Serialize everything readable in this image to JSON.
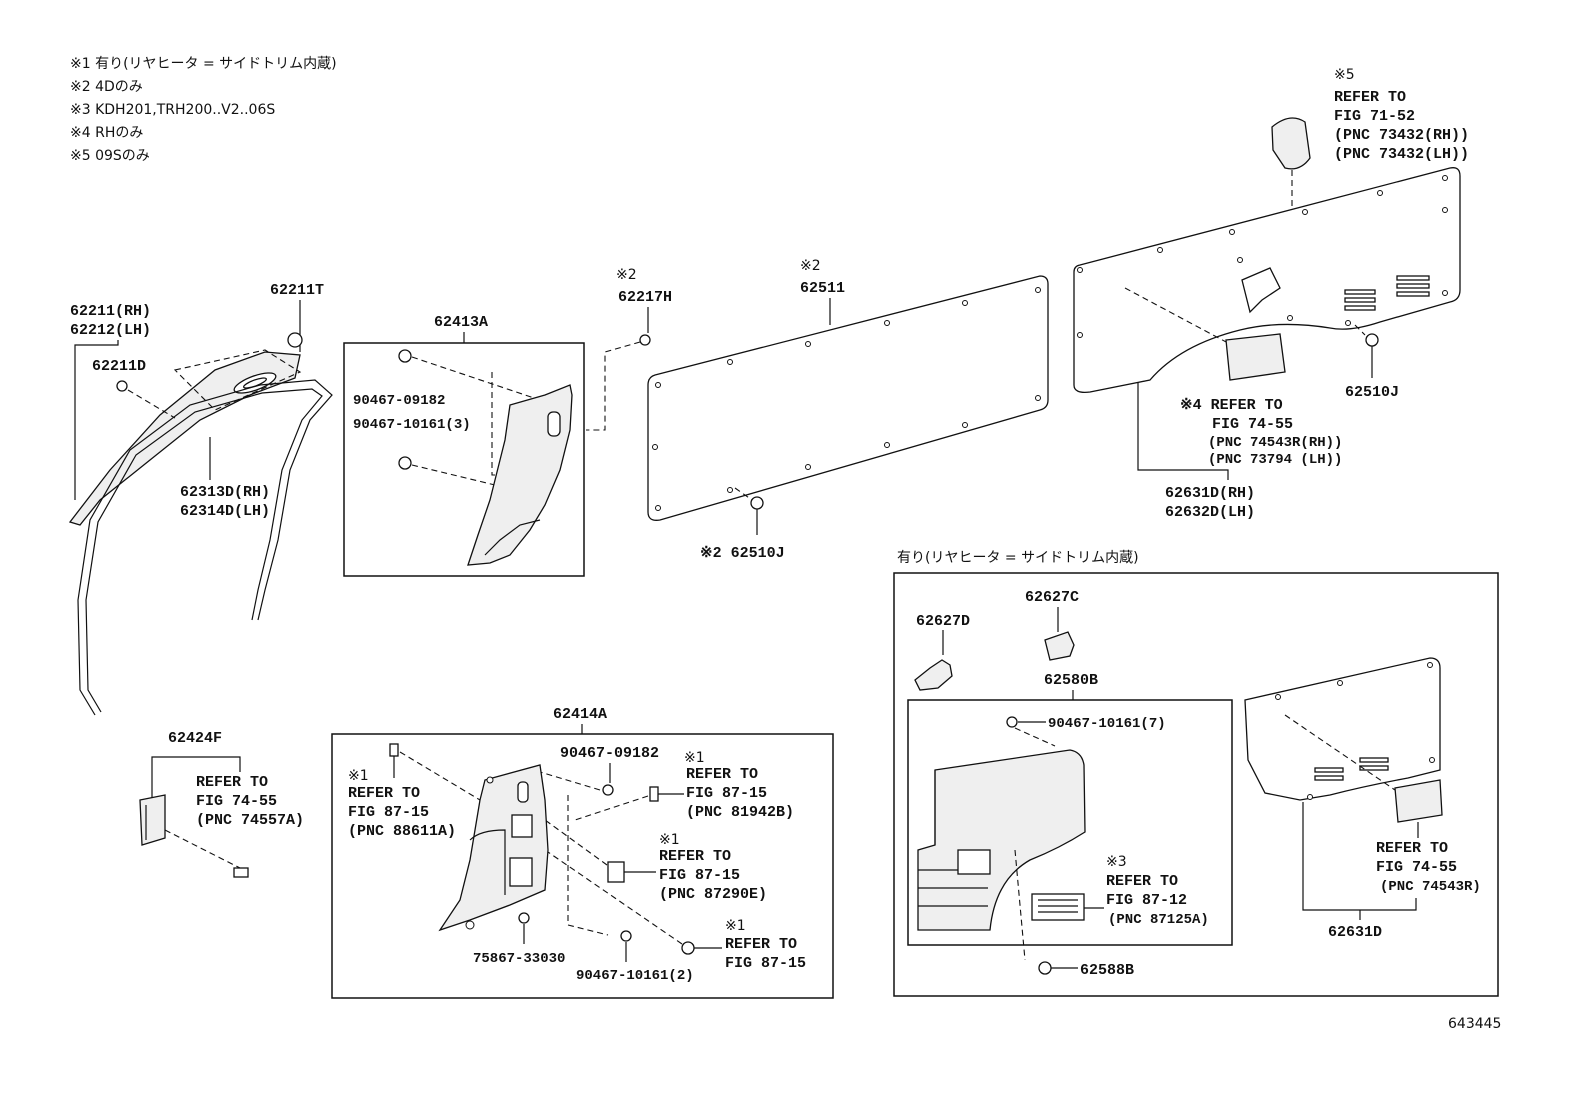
{
  "notes": [
    "※1 有り(リヤヒータ = サイドトリム内蔵)",
    "※2 4Dのみ",
    "※3 KDH201,TRH200..V2..06S",
    "※4 RHのみ",
    "※5 09Sのみ"
  ],
  "box_heater_title": "有り(リヤヒータ = サイドトリム内蔵)",
  "figure_id": "643445",
  "labels": {
    "p62211_rh": "62211(RH)",
    "p62212_lh": "62212(LH)",
    "p62211d": "62211D",
    "p62211t": "62211T",
    "p62313d_rh": "62313D(RH)",
    "p62314d_lh": "62314D(LH)",
    "p62413a": "62413A",
    "p90467_09182_a": "90467-09182",
    "p90467_10161_3": "90467-10161(3)",
    "mark_62217h": "※2",
    "p62217h": "62217H",
    "mark_62511": "※2",
    "p62511": "62511",
    "p62510j_a": "※2 62510J",
    "p62510j_b": "62510J",
    "mark_5": "※5",
    "ref5_1": "REFER TO",
    "ref5_2": "FIG 71-52",
    "ref5_3": "(PNC 73432(RH))",
    "ref5_4": "(PNC 73432(LH))",
    "ref4_1": "※4 REFER TO",
    "ref4_2": "FIG 74-55",
    "ref4_3": "(PNC 74543R(RH))",
    "ref4_4": "(PNC 73794 (LH))",
    "p62631d_rh": "62631D(RH)",
    "p62632d_lh": "62632D(LH)",
    "p62424f": "62424F",
    "ref424_1": "REFER TO",
    "ref424_2": "FIG 74-55",
    "ref424_3": "(PNC 74557A)",
    "p62414a": "62414A",
    "mark1_a": "※1",
    "ref88611_1": "REFER TO",
    "ref88611_2": "FIG 87-15",
    "ref88611_3": "(PNC 88611A)",
    "p90467_09182_b": "90467-09182",
    "mark1_b": "※1",
    "ref81942_1": "REFER TO",
    "ref81942_2": "FIG 87-15",
    "ref81942_3": "(PNC 81942B)",
    "mark1_c": "※1",
    "ref87290_1": "REFER TO",
    "ref87290_2": "FIG 87-15",
    "ref87290_3": "(PNC 87290E)",
    "mark1_d": "※1",
    "ref8715_1": "REFER TO",
    "ref8715_2": "FIG 87-15",
    "p75867_33030": "75867-33030",
    "p90467_10161_2": "90467-10161(2)",
    "p62627d": "62627D",
    "p62627c": "62627C",
    "p62580b": "62580B",
    "p90467_10161_7": "90467-10161(7)",
    "mark3": "※3",
    "ref87125_1": "REFER TO",
    "ref87125_2": "FIG 87-12",
    "ref87125_3": "(PNC 87125A)",
    "p62588b": "62588B",
    "ref74543_1": "REFER TO",
    "ref74543_2": "FIG 74-55",
    "ref74543_3": "(PNC 74543R)",
    "p62631d": "62631D"
  }
}
